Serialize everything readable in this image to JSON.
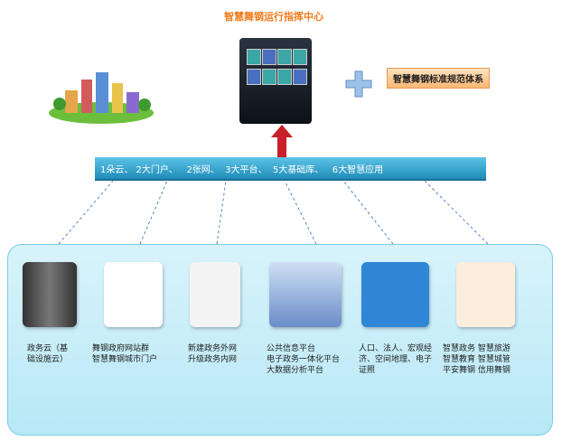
{
  "header": {
    "title": "智慧舞钢运行指挥中心",
    "standard": "智慧舞钢标准规范体系"
  },
  "bar": {
    "text": "1朵云、 2大门户、   2张网、  3大平台、  5大基础库、   6大智慧应用"
  },
  "items": [
    {
      "lines": [
        "政务云（基",
        "础设施云）"
      ]
    },
    {
      "lines": [
        "舞钢政府网站群",
        "智慧舞钢城市门户"
      ]
    },
    {
      "lines": [
        "新建政务外网",
        "升级政务内网"
      ]
    },
    {
      "lines": [
        "公共信息平台",
        "电子政务一体化平台",
        "大数据分析平台"
      ]
    },
    {
      "lines": [
        "人口、法人、宏观经",
        "济、空间地理、电子",
        "证照"
      ]
    },
    {
      "lines": [
        "智慧政务 智慧旅游",
        "智慧教育 智慧城管",
        "平安舞钢 信用舞钢"
      ]
    }
  ],
  "colors": {
    "accent": "#1f8db8",
    "title": "#f07a1a",
    "arrow": "#c8202a"
  }
}
